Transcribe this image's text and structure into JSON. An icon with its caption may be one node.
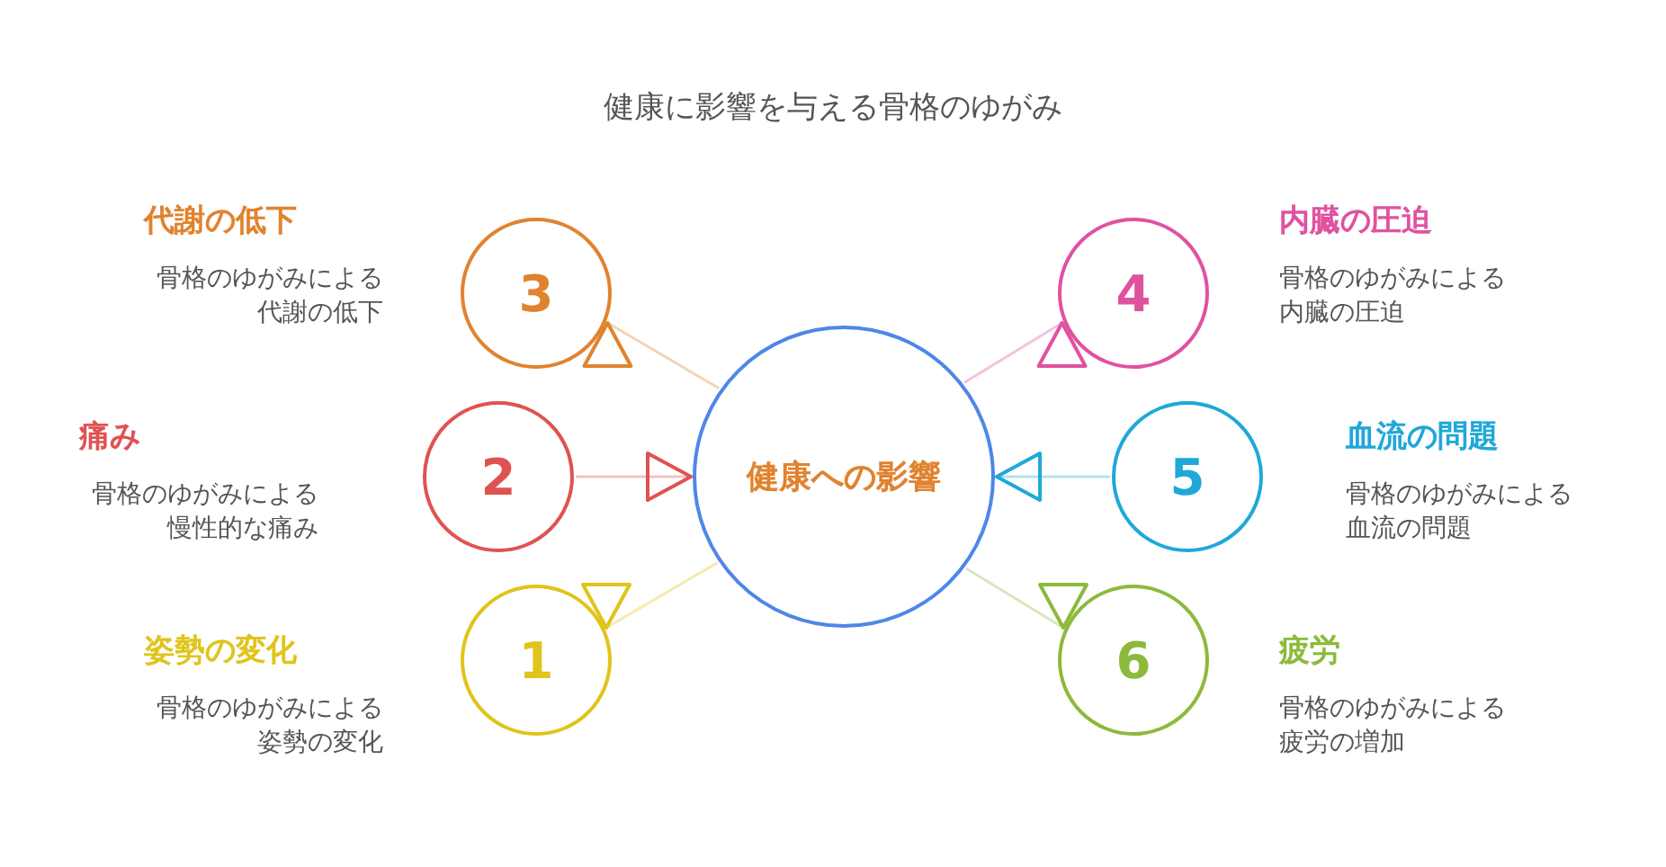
{
  "diagram": {
    "title": "健康に影響を与える骨格のゆがみ",
    "nodes": [
      {
        "text": [
          "3"
        ],
        "beside": [
          "代謝の低下",
          "骨格のゆがみによる代謝の低下"
        ]
      },
      {
        "text": [
          "4"
        ],
        "beside": [
          "内臓の圧迫",
          "骨格のゆがみによる内臓の圧迫"
        ]
      },
      {
        "text": [
          "2"
        ],
        "beside": [
          "痛み",
          "骨格のゆがみによる慢性的な痛み"
        ]
      },
      {
        "text": [
          "健康への影響"
        ]
      },
      {
        "text": [
          "5"
        ],
        "beside": [
          "血流の問題",
          "骨格のゆがみによる血流の問題"
        ]
      },
      {
        "text": [
          "1"
        ],
        "beside": [
          "姿勢の変化",
          "骨格のゆがみによる姿勢の変化"
        ]
      },
      {
        "text": [
          "6"
        ],
        "beside": [
          "疲労",
          "骨格のゆがみによる疲労の増加"
        ]
      }
    ],
    "edges": [
      {
        "from": 3,
        "to": 0,
        "arrow": "to",
        "color": "#e0832f"
      },
      {
        "from": 3,
        "to": 1,
        "arrow": "to",
        "color": "#e052a0"
      },
      {
        "from": 2,
        "to": 3,
        "arrow": "to",
        "color": "#e05252"
      },
      {
        "from": 4,
        "to": 3,
        "arrow": "to",
        "color": "#1fa8d8"
      },
      {
        "from": 3,
        "to": 5,
        "arrow": "to",
        "color": "#e0c41a"
      },
      {
        "from": 3,
        "to": 6,
        "arrow": "to",
        "color": "#8cba3c"
      }
    ]
  }
}
